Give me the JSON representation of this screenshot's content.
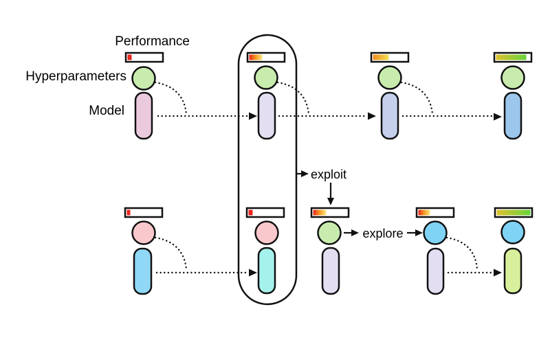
{
  "figure": {
    "labels": {
      "performance": "Performance",
      "hyperparameters": "Hyperparameters",
      "model": "Model"
    },
    "actions": {
      "exploit": "exploit",
      "explore": "explore"
    }
  },
  "colors": {
    "outline": "#111111",
    "bar_track": "#ffffff",
    "bar_red": "#e8251f",
    "bar_orange": "#f59b20",
    "bar_pale_yellow": "#fbe88b",
    "bar_orange_deep": "#f08c1c",
    "bar_yellow": "#f3e054",
    "bar_gold": "#e0c02e",
    "bar_green": "#66d43c",
    "circle_green": "#c8ecae",
    "circle_pink": "#f9c8cc",
    "circle_blue": "#7fd4f5",
    "model_pink": "#eccade",
    "model_lavender": "#e4def2",
    "model_periwinkle": "#c5d0ec",
    "model_blue": "#9cc6ec",
    "model_sky": "#90d8f6",
    "model_cyan": "#a5f2ec",
    "model_yellowgreen": "#d8f09c"
  },
  "bars": {
    "top1": {
      "fraction": "12%",
      "fill": "#e8251f",
      "fill_width": "6"
    },
    "top2": {
      "fraction": "38%",
      "fill": "url(#grad-red-yellow)",
      "fill_width": "19"
    },
    "top3": {
      "fraction": "46%",
      "fill": "url(#grad-orange-yellow)",
      "fill_width": "23"
    },
    "top4": {
      "fraction": "90%",
      "fill": "url(#grad-gold-green)",
      "fill_width": "44"
    },
    "bottom1": {
      "fraction": "10%",
      "fill": "#e8251f",
      "fill_width": "5"
    },
    "bottom2": {
      "fraction": "12%",
      "fill": "#e8251f",
      "fill_width": "6"
    },
    "bottom3": {
      "fraction": "38%",
      "fill": "url(#grad-red-yellow)",
      "fill_width": "19"
    },
    "bottom4": {
      "fraction": "34%",
      "fill": "url(#grad-red-yellow)",
      "fill_width": "17"
    },
    "bottom5": {
      "fraction": "100%",
      "fill": "url(#grad-gold-green)",
      "fill_width": "49"
    }
  },
  "shapes": {
    "top1": {
      "circle": "#c8ecae",
      "model": "#eccade"
    },
    "top2": {
      "circle": "#c8ecae",
      "model": "#e4def2"
    },
    "top3": {
      "circle": "#c8ecae",
      "model": "#c5d0ec"
    },
    "top4": {
      "circle": "#c8ecae",
      "model": "#9cc6ec"
    },
    "bottom1": {
      "circle": "#f9c8cc",
      "model": "#90d8f6"
    },
    "bottom2": {
      "circle": "#f9c8cc",
      "model": "#a5f2ec"
    },
    "bottom3": {
      "circle": "#c8ecae",
      "model": "#e4def2"
    },
    "bottom4": {
      "circle": "#7fd4f5",
      "model": "#e4def2"
    },
    "bottom5": {
      "circle": "#7fd4f5",
      "model": "#d8f09c"
    }
  }
}
